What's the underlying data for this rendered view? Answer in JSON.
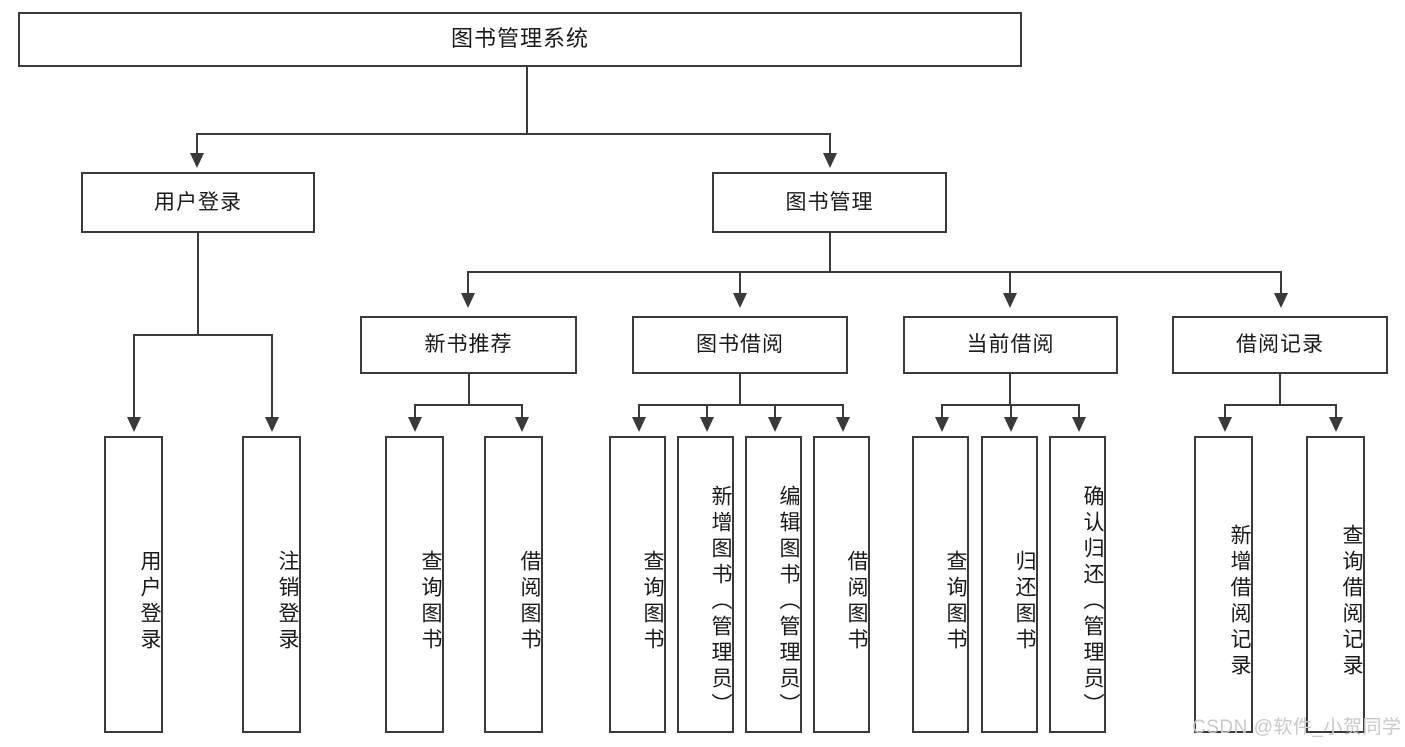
{
  "diagram": {
    "title": "图书管理系统",
    "watermark": "CSDN @软件_小贺同学",
    "colors": {
      "border": "#3a3a3a",
      "fill": "#ffffff",
      "text": "#1a1a1a",
      "watermark": "#c9c9c9"
    },
    "levels": {
      "root": {
        "label": "图书管理系统"
      },
      "level2": [
        {
          "label": "用户登录"
        },
        {
          "label": "图书管理"
        }
      ],
      "level3": [
        {
          "label": "新书推荐"
        },
        {
          "label": "图书借阅"
        },
        {
          "label": "当前借阅"
        },
        {
          "label": "借阅记录"
        }
      ],
      "leaves": [
        {
          "label": "用户登录",
          "parent": "用户登录"
        },
        {
          "label": "注销登录",
          "parent": "用户登录"
        },
        {
          "label": "查询图书",
          "parent": "新书推荐"
        },
        {
          "label": "借阅图书",
          "parent": "新书推荐"
        },
        {
          "label": "查询图书",
          "parent": "图书借阅"
        },
        {
          "label": "新增图书（管理员）",
          "parent": "图书借阅"
        },
        {
          "label": "编辑图书（管理员）",
          "parent": "图书借阅"
        },
        {
          "label": "借阅图书",
          "parent": "图书借阅"
        },
        {
          "label": "查询图书",
          "parent": "当前借阅"
        },
        {
          "label": "归还图书",
          "parent": "当前借阅"
        },
        {
          "label": "确认归还（管理员）",
          "parent": "当前借阅"
        },
        {
          "label": "新增借阅记录",
          "parent": "借阅记录"
        },
        {
          "label": "查询借阅记录",
          "parent": "借阅记录"
        }
      ]
    }
  }
}
